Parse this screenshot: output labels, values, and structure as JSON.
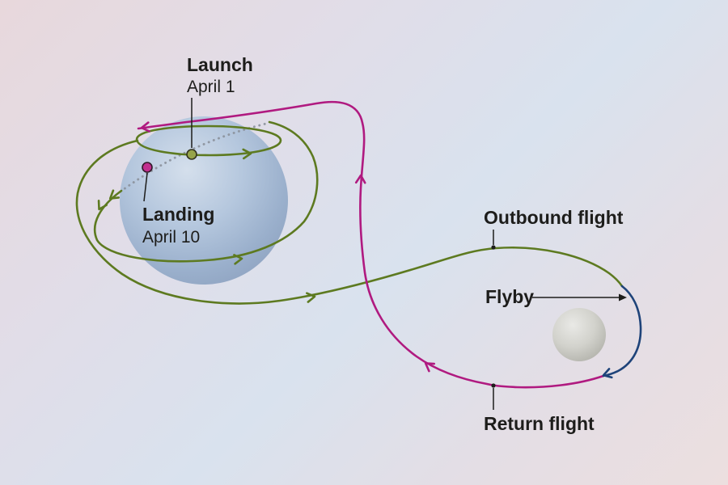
{
  "labels": {
    "launch": {
      "title": "Launch",
      "date": "April 1"
    },
    "landing": {
      "title": "Landing",
      "date": "April 10"
    },
    "outbound": "Outbound flight",
    "flyby": "Flyby",
    "return": "Return flight"
  },
  "colors": {
    "outbound": "#5d7a20",
    "flyby": "#1e4379",
    "return": "#b01a80",
    "hidden_path": "#8b919b",
    "callout": "#1d1d1b",
    "planet": "#a9bdd8",
    "moon": "#c6c6c0",
    "launch_marker": "#96a44a",
    "landing_marker": "#c2308f"
  }
}
